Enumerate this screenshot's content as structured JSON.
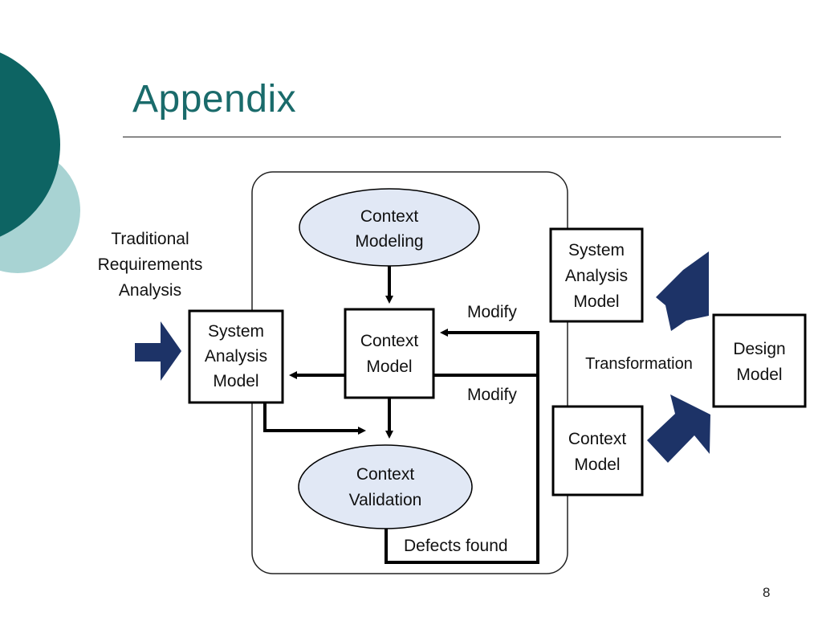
{
  "slide": {
    "title": "Appendix",
    "page_number": "8"
  },
  "diagram": {
    "input_label": [
      "Traditional",
      "Requirements",
      "Analysis"
    ],
    "system_analysis_model": [
      "System",
      "Analysis",
      "Model"
    ],
    "context_modeling": [
      "Context",
      "Modeling"
    ],
    "context_model": [
      "Context",
      "Model"
    ],
    "context_validation": [
      "Context",
      "Validation"
    ],
    "modify_top": "Modify",
    "modify_bottom": "Modify",
    "defects_found": "Defects found",
    "right_system_analysis_model": [
      "System",
      "Analysis",
      "Model"
    ],
    "right_context_model": [
      "Context",
      "Model"
    ],
    "transformation": "Transformation",
    "design_model": [
      "Design",
      "Model"
    ]
  },
  "colors": {
    "title": "#1a6b6b",
    "teal_dark": "#0d6463",
    "teal_light": "#a8d3d3",
    "ellipse_fill": "#e1e8f5",
    "arrow_navy": "#1d3367"
  }
}
